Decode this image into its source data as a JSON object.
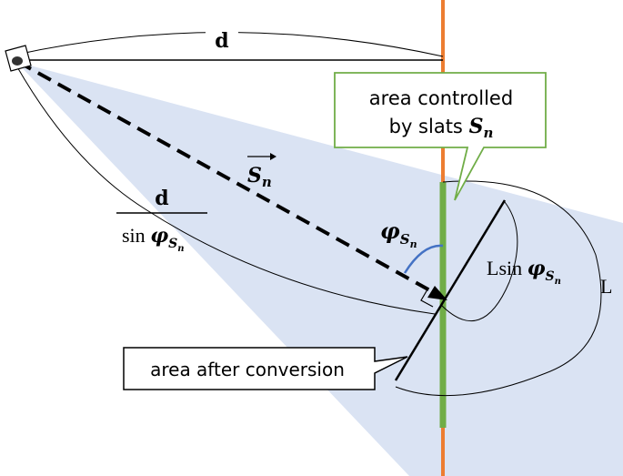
{
  "labels": {
    "distance": "d",
    "vector_base": "S",
    "vector_sub": "n",
    "frac_numerator": "d",
    "frac_denominator_fn": "sin ",
    "phi": "φ",
    "phi_sub": "S",
    "phi_subsub": "n",
    "lsin_prefix": "Lsin ",
    "length": "L"
  },
  "callouts": {
    "controlled_line1": "area controlled",
    "controlled_line2": "by slats ",
    "controlled_symbol": "S",
    "controlled_symbol_sub": "n",
    "after_conversion": "area after conversion"
  },
  "colors": {
    "beam": "#dae3f3",
    "orange_line": "#ed7d31",
    "green_line": "#70ad47",
    "green_border": "#70ad47",
    "angle_arc": "#4472c4",
    "ink": "#000000"
  }
}
